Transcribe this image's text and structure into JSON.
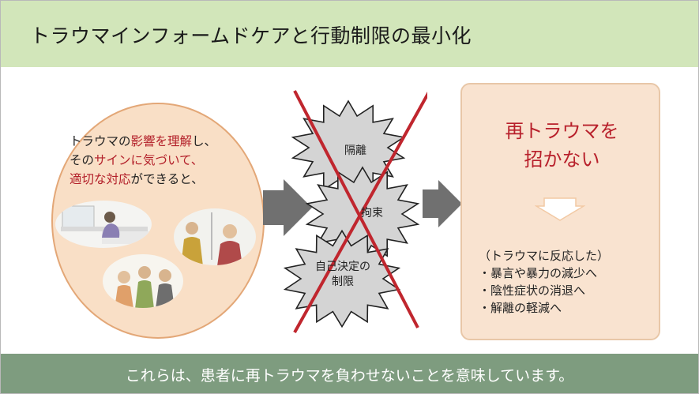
{
  "title": "トラウマインフォームドケアと行動制限の最小化",
  "left_panel": {
    "line1_pre": "トラウマの",
    "line1_hl": "影響を理解",
    "line1_post": "し、",
    "line2_pre": "その",
    "line2_hl": "サインに気づいて、",
    "line3_hl": "適切な対応",
    "line3_post": "ができると、"
  },
  "stars": {
    "isolation": "隔離",
    "restraint": "拘束",
    "self_decision_line1": "自己決定の",
    "self_decision_line2": "制限"
  },
  "right_panel": {
    "heading_line1": "再トラウマを",
    "heading_line2": "招かない",
    "subheading": "（トラウマに反応した）",
    "items": [
      "・暴言や暴力の減少へ",
      "・陰性症状の消退へ",
      "・解離の軽減へ"
    ]
  },
  "footer": "これらは、患者に再トラウマを負わせないことを意味しています。",
  "colors": {
    "title_bar": "#d2e6ba",
    "highlight_red": "#b3202a",
    "oval_fill": "#f9dfc6",
    "box_fill": "#f9e3d0",
    "footer_bar": "#7e9c7f",
    "cross": "#c0262e"
  }
}
